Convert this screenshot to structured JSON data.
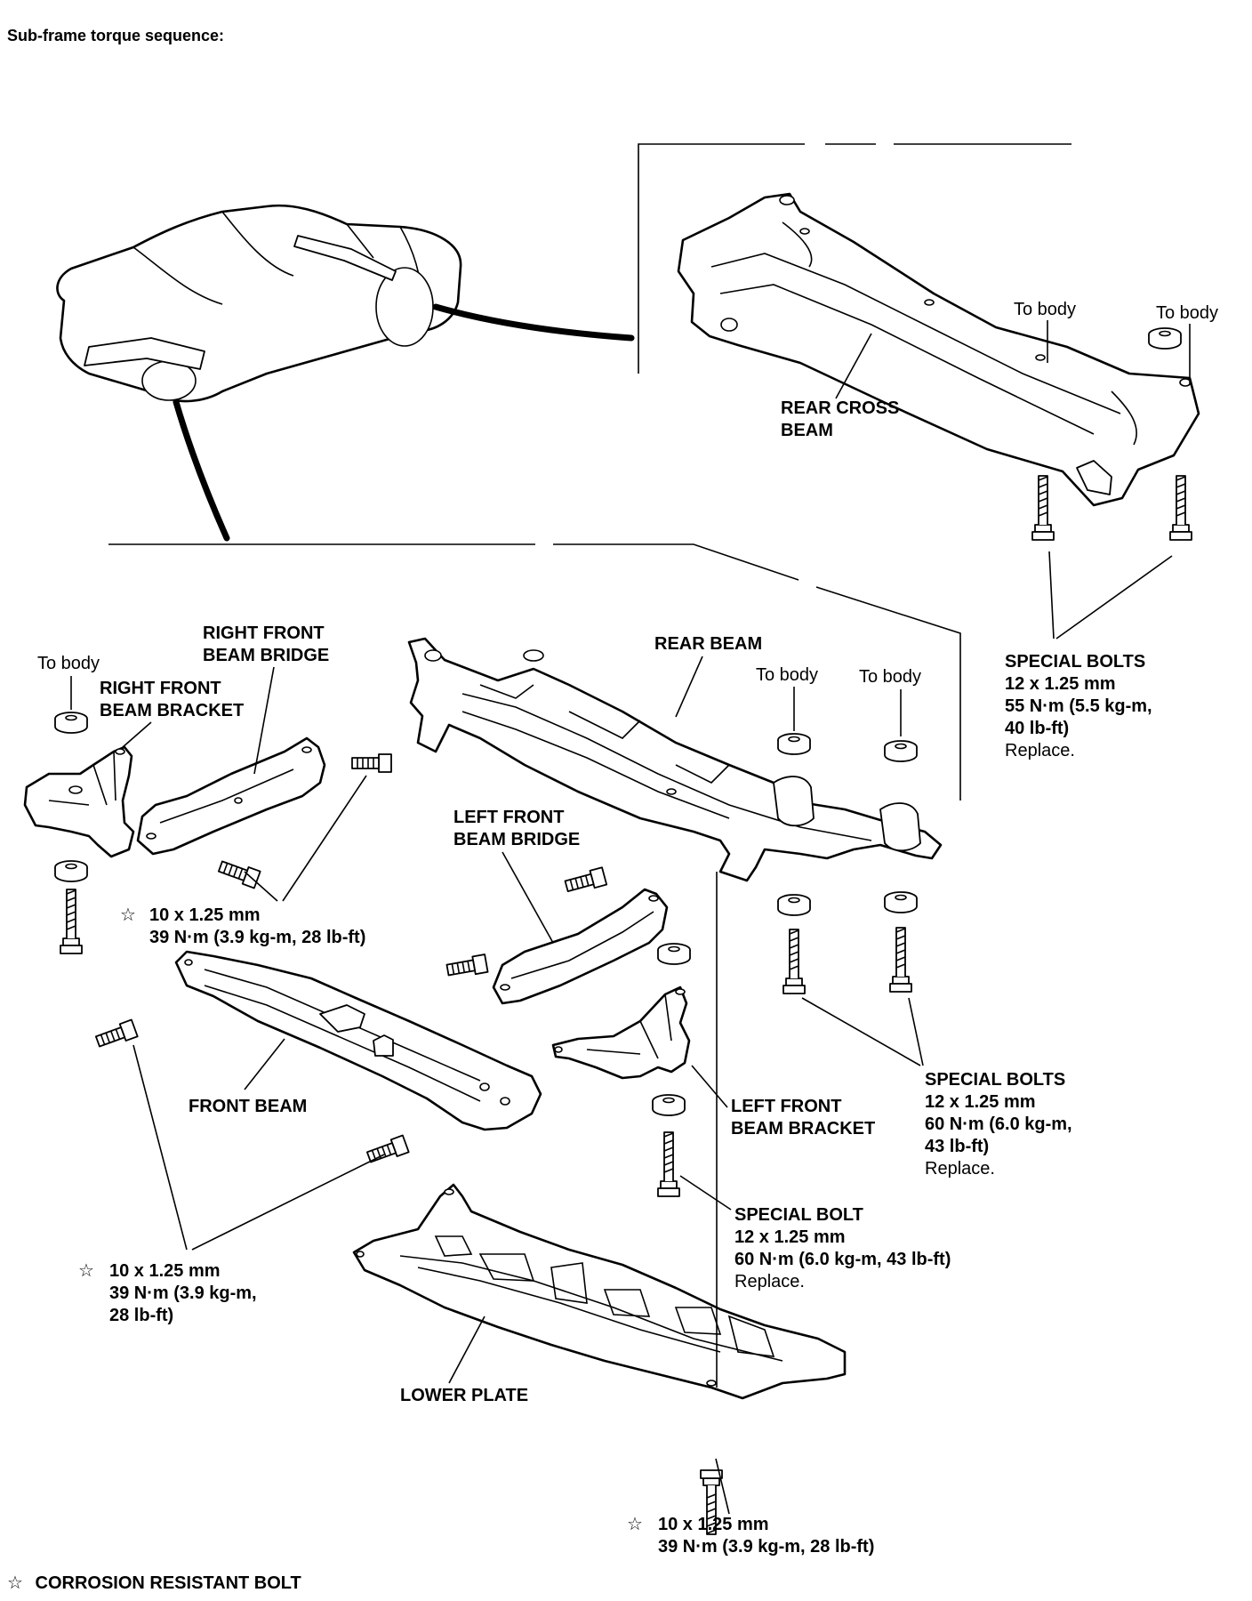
{
  "title": "Sub-frame torque sequence:",
  "labels": {
    "rear_cross_beam": [
      "REAR CROSS",
      "BEAM"
    ],
    "to_body_1": "To body",
    "to_body_2": "To body",
    "to_body_3": "To body",
    "to_body_4": "To body",
    "to_body_5": "To body",
    "special_bolts_rear": [
      "SPECIAL BOLTS",
      "12 x 1.25 mm",
      "55 N·m (5.5 kg-m,",
      "40 lb-ft)",
      "Replace."
    ],
    "right_front_beam_bridge": [
      "RIGHT FRONT",
      "BEAM BRIDGE"
    ],
    "right_front_beam_bracket": [
      "RIGHT FRONT",
      "BEAM BRACKET"
    ],
    "rear_beam": "REAR BEAM",
    "left_front_beam_bridge": [
      "LEFT FRONT",
      "BEAM BRIDGE"
    ],
    "spec_bridge_bolts": [
      "10 x 1.25 mm",
      "39 N·m (3.9 kg-m, 28 lb-ft)"
    ],
    "front_beam": "FRONT BEAM",
    "left_front_beam_bracket": [
      "LEFT FRONT",
      "BEAM BRACKET"
    ],
    "special_bolts_mid": [
      "SPECIAL BOLTS",
      "12 x 1.25 mm",
      "60 N·m (6.0 kg-m,",
      "43 lb-ft)",
      "Replace."
    ],
    "special_bolt_single": [
      "SPECIAL BOLT",
      "12 x 1.25 mm",
      "60 N·m (6.0 kg-m, 43 lb-ft)",
      "Replace."
    ],
    "spec_front_beam_bolts": [
      "10 x 1.25 mm",
      "39 N·m (3.9 kg-m,",
      "28 lb-ft)"
    ],
    "lower_plate": "LOWER PLATE",
    "spec_lower_plate_bolt": [
      "10 x 1.25 mm",
      "39 N·m (3.9 kg-m, 28 lb-ft)"
    ],
    "footnote": "CORROSION RESISTANT BOLT"
  },
  "symbols": {
    "corrosion_resistant": "☆"
  }
}
